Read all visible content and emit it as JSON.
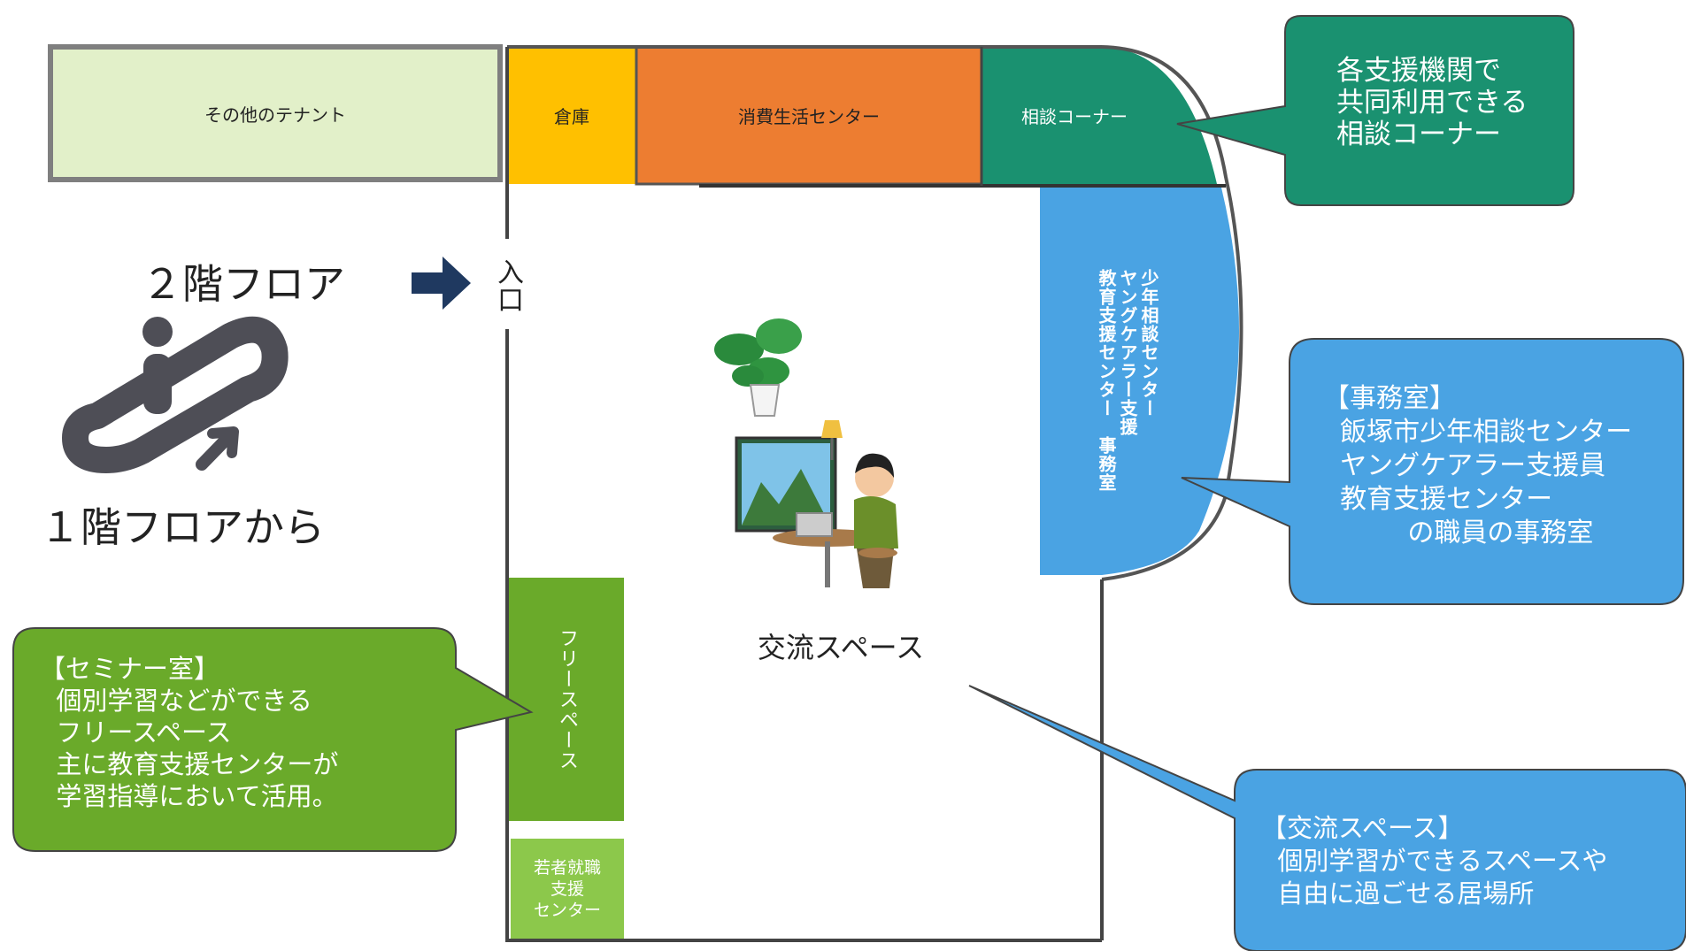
{
  "rooms": {
    "other_tenant": "その他のテナント",
    "storage": "倉庫",
    "consumer_center": "消費生活センター",
    "consult_corner": "相談コーナー",
    "office_vertical": "少年相談センター\nヤングケアラー支援\n教育支援センター　事務室",
    "free_space": "フリースペース",
    "youth_center": "若者就職\n支援\nセンター",
    "exchange_space": "交流スペース",
    "entrance": "入口"
  },
  "labels": {
    "floor2": "２階フロア",
    "floor1": "１階フロアから"
  },
  "callouts": {
    "consult": "各支援機関で\n共同利用できる\n相談コーナー",
    "office": "【事務室】\n  飯塚市少年相談センター\n  ヤングケアラー支援員\n  教育支援センター\n          の職員の事務室",
    "seminar": "【セミナー室】\n  個別学習などができる\n  フリースペース\n  主に教育支援センターが\n  学習指導において活用。",
    "exchange": "【交流スペース】\n  個別学習ができるスペースや\n  自由に過ごせる居場所"
  },
  "colors": {
    "tenant": "#e2f0c9",
    "storage": "#ffc000",
    "consumer": "#ed7d31",
    "consult": "#1a9170",
    "office": "#4aa3e3",
    "free": "#6aaa2a",
    "youth": "#8cc84b"
  }
}
